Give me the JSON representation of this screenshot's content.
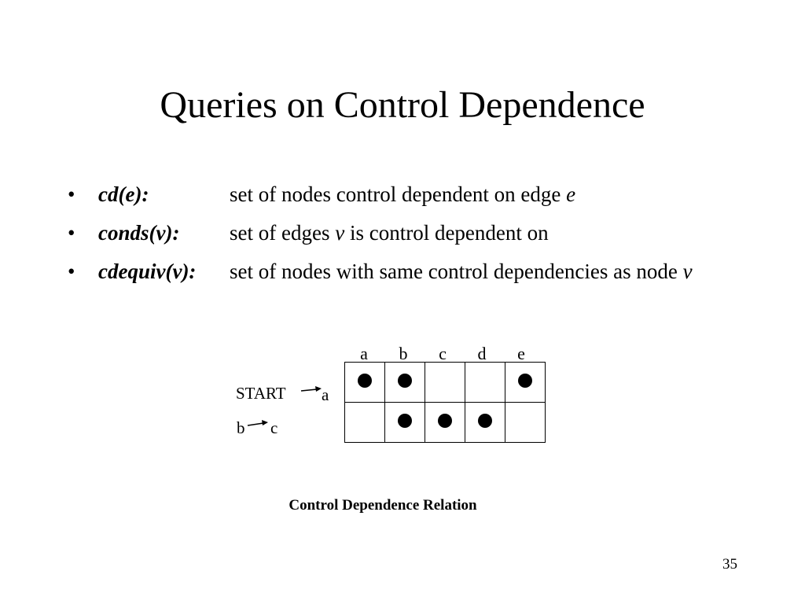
{
  "slide": {
    "title": "Queries on Control Dependence",
    "bullets": [
      {
        "marker": "•",
        "term": "cd(e):",
        "text": "set of nodes control dependent on edge ",
        "var": "e"
      },
      {
        "marker": "•",
        "term": "conds(v):",
        "text": "set of edges ",
        "var": "v",
        "text_after": " is control dependent on"
      },
      {
        "marker": "•",
        "term": "cdequiv(v):",
        "text": "set of nodes with same control dependencies as node ",
        "var": "v"
      }
    ],
    "relation": {
      "columns": [
        "a",
        "b",
        "c",
        "d",
        "e"
      ],
      "rows": [
        {
          "from": "START",
          "to": "a",
          "marks": [
            true,
            true,
            false,
            false,
            true
          ]
        },
        {
          "from": "b",
          "to": "c",
          "marks": [
            false,
            true,
            true,
            true,
            false
          ]
        }
      ]
    },
    "caption": "Control Dependence Relation",
    "page_number": "35"
  }
}
